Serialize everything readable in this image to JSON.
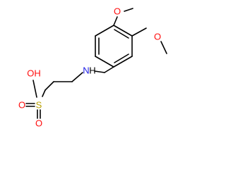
{
  "molecule": {
    "colors": {
      "bond": "#000000",
      "oxygen": "#ff0d0d",
      "nitrogen": "#2020e6",
      "sulfur": "#b8a000"
    },
    "labels": {
      "methoxy_top_o": "O",
      "methoxy_right_o": "O",
      "amine_n": "N",
      "amine_h": "H",
      "hydroxyl": "OH",
      "sulfur": "S",
      "sulfonyl_o_left": "O",
      "sulfonyl_o_bottom": "O"
    }
  }
}
